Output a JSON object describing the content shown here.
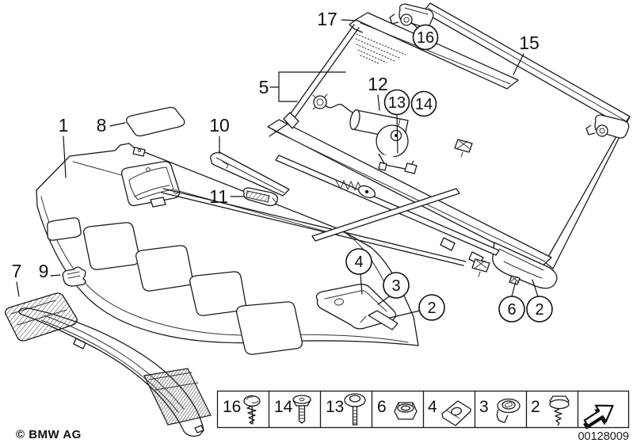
{
  "diagram": {
    "part_labels": {
      "p1": "1",
      "p5": "5",
      "p7": "7",
      "p8": "8",
      "p9": "9",
      "p10": "10",
      "p11": "11",
      "p12": "12",
      "p15": "15",
      "p17": "17"
    },
    "balloon_labels": {
      "b2": "2",
      "b3": "3",
      "b4": "4",
      "b6": "6",
      "b13": "13",
      "b14": "14",
      "b16": "16"
    }
  },
  "legend": {
    "items": [
      {
        "number": "16",
        "icon": "tapping-screw"
      },
      {
        "number": "14",
        "icon": "countersunk-screw"
      },
      {
        "number": "13",
        "icon": "washer-head-screw"
      },
      {
        "number": "6",
        "icon": "hex-nut"
      },
      {
        "number": "4",
        "icon": "clip-nut"
      },
      {
        "number": "3",
        "icon": "grommet"
      },
      {
        "number": "2",
        "icon": "hex-washer-screw"
      },
      {
        "number": "",
        "icon": "direction-arrow"
      }
    ]
  },
  "footer": {
    "copyright": "© BMW AG",
    "image_number": "00128009"
  },
  "colors": {
    "line": "#1a1a1a",
    "background": "#ffffff"
  }
}
